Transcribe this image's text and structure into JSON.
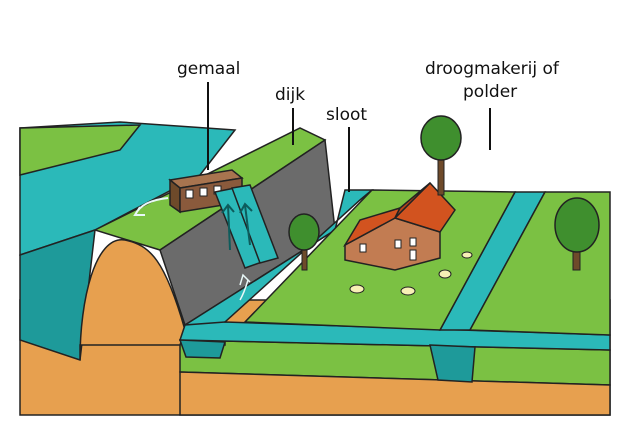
{
  "labels": {
    "gemaal": "gemaal",
    "dijk": "dijk",
    "sloot": "sloot",
    "polder_line1": "droogmakerij of",
    "polder_line2": "polder"
  },
  "colors": {
    "water": "#2bb9b9",
    "water_dark": "#1e9a9a",
    "grass": "#7bc143",
    "grass_light": "#8fcd4f",
    "dike_slope": "#6b6b6b",
    "soil": "#e7a04f",
    "soil_dark": "#c97f36",
    "peat": "#4a4a4a",
    "roof": "#d2531f",
    "wall": "#c27c52",
    "pump_house": "#8a5a3c",
    "tree": "#3f8f2e",
    "trunk": "#6e4a2a"
  }
}
